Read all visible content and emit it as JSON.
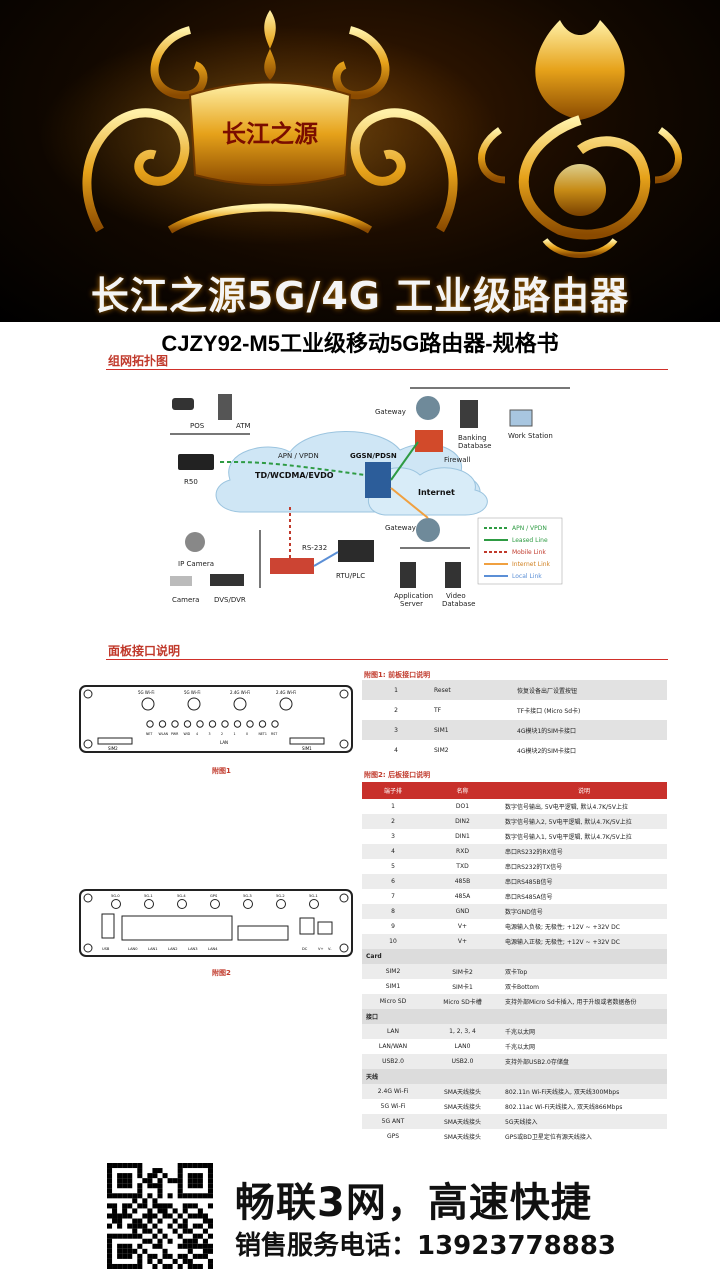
{
  "banner": {
    "seal_text": "长江之源",
    "title": "长江之源5G/4G 工业级路由器"
  },
  "document": {
    "title": "CJZY92-M5工业级移动5G路由器-规格书",
    "section_topology": "组网拓扑图",
    "section_panel": "面板接口说明"
  },
  "topology": {
    "labels": {
      "pos": "POS",
      "atm": "ATM",
      "r50": "R50",
      "apn": "APN / VPDN",
      "net": "TD/WCDMA/EVDO",
      "ggsn": "GGSN/PDSN",
      "gateway_top": "Gateway",
      "banking": "Banking",
      "database": "Database",
      "workstation": "Work Station",
      "firewall": "Firewall",
      "internet": "Internet",
      "gateway_bottom": "Gateway",
      "rs232": "RS-232",
      "ipcamera": "IP Camera",
      "camera": "Camera",
      "dvs": "DVS/DVR",
      "rtu": "RTU/PLC",
      "app_server_1": "Application",
      "app_server_2": "Server",
      "video_db_1": "Video",
      "video_db_2": "Database"
    },
    "legend": [
      "APN / VPDN",
      "Leased Line",
      "Mobile Link",
      "Internet Link",
      "Local Link"
    ],
    "legend_colors": [
      "#2e9b43",
      "#2e9b43",
      "#c0392b",
      "#f0a040",
      "#5b8fd6"
    ]
  },
  "front_panel": {
    "antennas": [
      "5G Wi-Fi",
      "5G Wi-Fi",
      "2.4G Wi-Fi",
      "2.4G Wi-Fi"
    ],
    "leds": [
      "NET",
      "WLAN",
      "PWR",
      "WID",
      "4",
      "3",
      "2",
      "1",
      "0",
      "NET1",
      "RST"
    ],
    "lan_label": "LAN",
    "sim_left": "SIM2",
    "sim_right": "SIM1",
    "caption": "附图1"
  },
  "rear_panel": {
    "antennas": [
      "5G-0",
      "5G-1",
      "5G-4",
      "GPS",
      "5G-3",
      "5G-2",
      "5G-1"
    ],
    "ports": [
      "USB",
      "LAN0",
      "LAN1",
      "LAN2",
      "LAN3",
      "LAN4",
      "DC",
      "V+",
      "V-"
    ],
    "caption": "附图2"
  },
  "table1": {
    "title": "附图1: 前板接口说明",
    "rows": [
      [
        "1",
        "Reset",
        "恢复设备出厂设置按钮"
      ],
      [
        "2",
        "TF",
        "TF卡接口 (Micro Sd卡)"
      ],
      [
        "3",
        "SIM1",
        "4G模块1的SIM卡接口"
      ],
      [
        "4",
        "SIM2",
        "4G模块2的SIM卡接口"
      ]
    ]
  },
  "table2": {
    "title": "附图2: 后板接口说明",
    "headers": [
      "端子排",
      "名称",
      "说明"
    ],
    "rows": [
      {
        "type": "row",
        "cells": [
          "1",
          "DO1",
          "数字信号输出, 5V电平逻辑, 默认4.7K/5V上拉"
        ]
      },
      {
        "type": "row",
        "cells": [
          "2",
          "DIN2",
          "数字信号输入2, 5V电平逻辑, 默认4.7K/5V上拉"
        ]
      },
      {
        "type": "row",
        "cells": [
          "3",
          "DIN1",
          "数字信号输入1, 5V电平逻辑, 默认4.7K/5V上拉"
        ]
      },
      {
        "type": "row",
        "cells": [
          "4",
          "RXD",
          "串口RS232的RX信号"
        ]
      },
      {
        "type": "row",
        "cells": [
          "5",
          "TXD",
          "串口RS232的TX信号"
        ]
      },
      {
        "type": "row",
        "cells": [
          "6",
          "485B",
          "串口RS485B信号"
        ]
      },
      {
        "type": "row",
        "cells": [
          "7",
          "485A",
          "串口RS485A信号"
        ]
      },
      {
        "type": "row",
        "cells": [
          "8",
          "GND",
          "数字GND信号"
        ]
      },
      {
        "type": "row",
        "cells": [
          "9",
          "V+",
          "电源输入负极; 无极性; +12V ~ +32V DC"
        ]
      },
      {
        "type": "row",
        "cells": [
          "10",
          "V+",
          "电源输入正极; 无极性; +12V ~ +32V DC"
        ]
      },
      {
        "type": "section",
        "cells": [
          "Card"
        ]
      },
      {
        "type": "row",
        "cells": [
          "SIM2",
          "SIM卡2",
          "双卡Top"
        ]
      },
      {
        "type": "row",
        "cells": [
          "SIM1",
          "SIM卡1",
          "双卡Bottom"
        ]
      },
      {
        "type": "row",
        "cells": [
          "Micro SD",
          "Micro SD卡槽",
          "支持外部Micro Sd卡插入, 用于升级或者数据备份"
        ]
      },
      {
        "type": "section",
        "cells": [
          "接口"
        ]
      },
      {
        "type": "row",
        "cells": [
          "LAN",
          "1, 2, 3, 4",
          "千兆以太网"
        ]
      },
      {
        "type": "row",
        "cells": [
          "LAN/WAN",
          "LAN0",
          "千兆以太网"
        ]
      },
      {
        "type": "row",
        "cells": [
          "USB2.0",
          "USB2.0",
          "支持外部USB2.0存储盘"
        ]
      },
      {
        "type": "section",
        "cells": [
          "天线"
        ]
      },
      {
        "type": "row",
        "cells": [
          "2.4G Wi-Fi",
          "SMA天线接头",
          "802.11n Wi-Fi天线接入, 双天线300Mbps"
        ]
      },
      {
        "type": "row",
        "cells": [
          "5G Wi-Fi",
          "SMA天线接头",
          "802.11ac Wi-Fi天线接入, 双天线866Mbps"
        ]
      },
      {
        "type": "row",
        "cells": [
          "5G ANT",
          "SMA天线接头",
          "5G天线接入"
        ]
      },
      {
        "type": "row",
        "cells": [
          "GPS",
          "SMA天线接头",
          "GPS或BD卫星定位有源天线接入"
        ]
      }
    ]
  },
  "footer": {
    "slogan": "畅联3网，高速快捷",
    "phone": "销售服务电话：13923778883"
  }
}
